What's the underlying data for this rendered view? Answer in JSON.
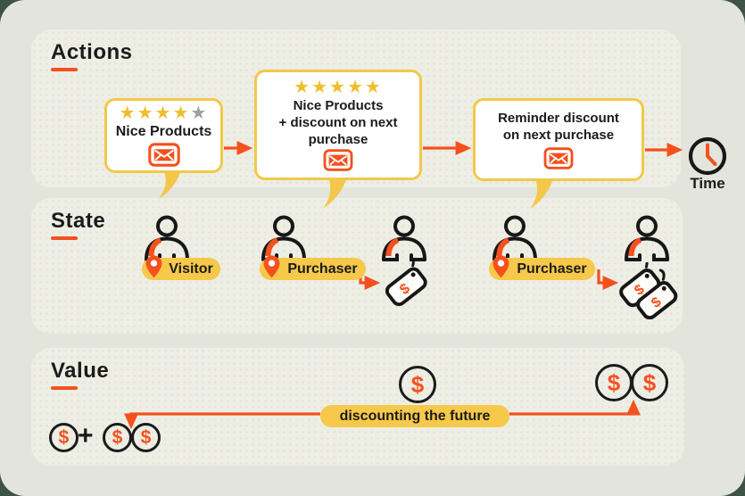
{
  "colors": {
    "accent_orange": "#F4511E",
    "accent_yellow": "#F3C84A",
    "pill_yellow": "#F6C94A",
    "star_yellow": "#EFBE2C",
    "star_gray": "#9E9E9E",
    "ink": "#1B1B1B",
    "panel_bg": "#EDEEE6",
    "canvas_bg": "#E3E5DC",
    "outer_bg": "#3E5245"
  },
  "icons": {
    "star_char": "★",
    "dollar_char": "$",
    "plus_char": "+"
  },
  "actions": {
    "title": "Actions",
    "bubbles": [
      {
        "stars_filled": 4,
        "stars_total": 5,
        "text": "Nice Products",
        "icon": "envelope-icon"
      },
      {
        "stars_filled": 5,
        "stars_total": 5,
        "text": "Nice Products\n+ discount on next\npurchase",
        "icon": "envelope-icon"
      },
      {
        "stars_filled": 0,
        "stars_total": 0,
        "text": "Reminder discount\non next purchase",
        "icon": "envelope-icon"
      }
    ]
  },
  "time_marker": {
    "label": "Time",
    "icon": "clock-icon"
  },
  "state": {
    "title": "State",
    "actors": [
      {
        "role": "Visitor",
        "pin": "location-pin-icon",
        "result_price_tags": 0
      },
      {
        "role": "Purchaser",
        "pin": "location-pin-icon",
        "result_price_tags": 1
      },
      {
        "role": "Purchaser",
        "pin": "location-pin-icon",
        "result_price_tags": 2
      }
    ]
  },
  "value": {
    "title": "Value",
    "annotation": "discounting the future",
    "left_expression": {
      "single_coins": 1,
      "plus": "+",
      "pair_coins": 2
    },
    "top_coin_count": 1,
    "right_coin_count": 2
  }
}
